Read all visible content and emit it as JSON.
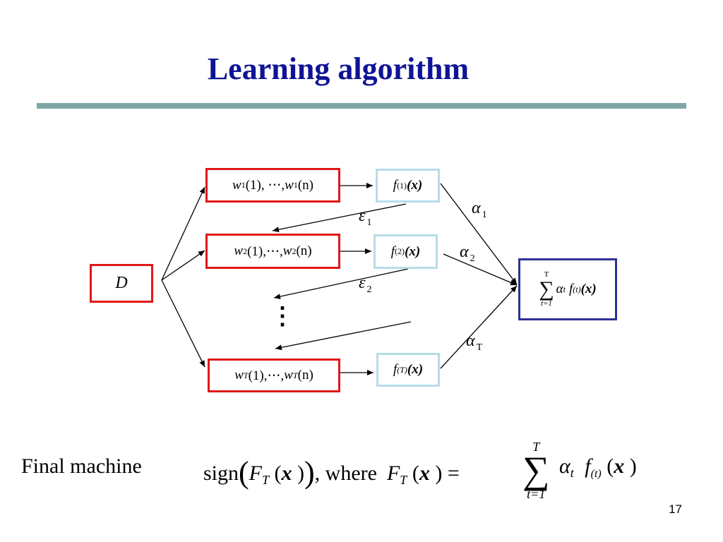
{
  "slide": {
    "title": "Learning algorithm",
    "page_number": "17",
    "final_label": "Final machine"
  },
  "diagram": {
    "data_box": "D",
    "weights": [
      {
        "w": "w",
        "sub": "1",
        "first": "(1), ⋯, ",
        "last": "(n)"
      },
      {
        "w": "w",
        "sub": "2",
        "first": "(1),⋯, ",
        "last": "(n)"
      },
      {
        "w": "w",
        "sub": "T",
        "first": "(1),⋯, ",
        "last": "(n)"
      }
    ],
    "classifiers": [
      {
        "f": "f",
        "sub": "(1)",
        "arg": "(x)"
      },
      {
        "f": "f",
        "sub": "(2)",
        "arg": "(x)"
      },
      {
        "f": "f",
        "sub": "(T)",
        "arg": "(x)"
      }
    ],
    "errors": [
      {
        "sym": "ε",
        "sub": "1"
      },
      {
        "sym": "ε",
        "sub": "2"
      }
    ],
    "alphas": [
      {
        "sym": "α",
        "sub": "1"
      },
      {
        "sym": "α",
        "sub": "2"
      },
      {
        "sym": "α",
        "sub": "T"
      }
    ],
    "ellipsis": "⋮",
    "combined": {
      "sum_top": "T",
      "sum_sym": "∑",
      "sum_bottom": "t=1",
      "alpha": "α",
      "alpha_sub": "t",
      "f": "f",
      "f_sub": "(t)",
      "arg": "(x)"
    }
  },
  "formula": {
    "sign": "sign",
    "F": "F",
    "F_sub": "T",
    "x": "x",
    "where": ", where",
    "equals": "=",
    "sum_top": "T",
    "sum_sym": "∑",
    "sum_bottom": "t=1",
    "alpha": "α",
    "alpha_sub": "t",
    "f": "f",
    "f_sub": "(t)"
  },
  "colors": {
    "title": "#0f1496",
    "rule": "#7ea6a7",
    "weight_box_border": "#e01818",
    "classifier_box_border": "#b7dde6",
    "combined_box_border": "#2e3192"
  }
}
